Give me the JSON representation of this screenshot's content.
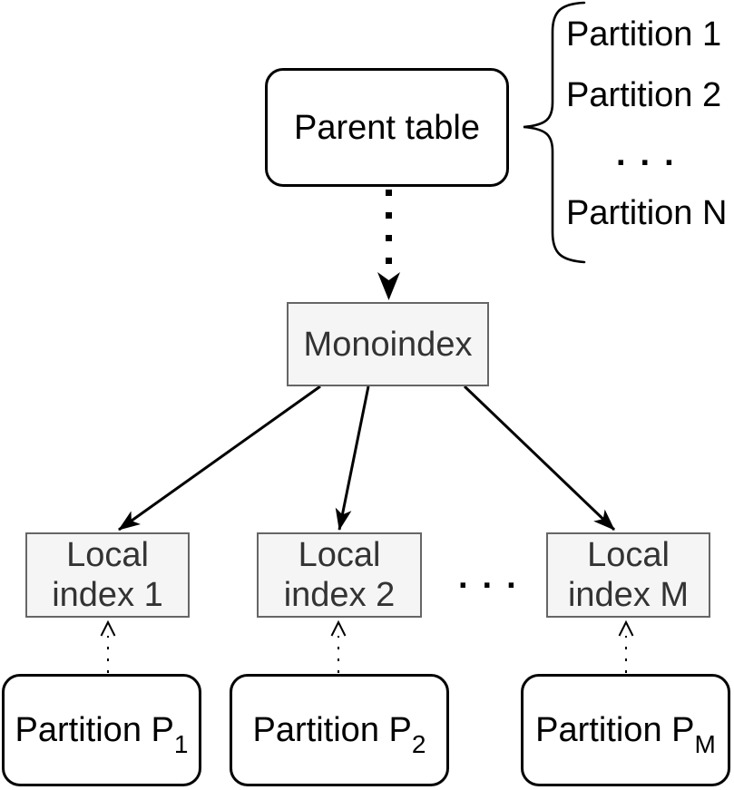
{
  "diagram": {
    "parent_table": {
      "label": "Parent table"
    },
    "partition_list": {
      "items": [
        "Partition 1",
        "Partition 2",
        "Partition N"
      ],
      "ellipsis": "..."
    },
    "monoindex": {
      "label": "Monoindex"
    },
    "local_indexes": [
      {
        "line1": "Local",
        "line2": "index 1"
      },
      {
        "line1": "Local",
        "line2": "index 2"
      },
      {
        "line1": "Local",
        "line2": "index M"
      }
    ],
    "local_index_ellipsis": "...",
    "partitions": [
      {
        "base": "Partition P",
        "subscript": "1"
      },
      {
        "base": "Partition P",
        "subscript": "2"
      },
      {
        "base": "Partition P",
        "subscript": "M"
      }
    ],
    "colors": {
      "background": "#ffffff",
      "white_box_fill": "#ffffff",
      "white_box_border": "#000000",
      "gray_box_fill": "#f5f5f5",
      "gray_box_border": "#666666",
      "gray_box_text": "#333333",
      "arrow": "#000000"
    }
  }
}
